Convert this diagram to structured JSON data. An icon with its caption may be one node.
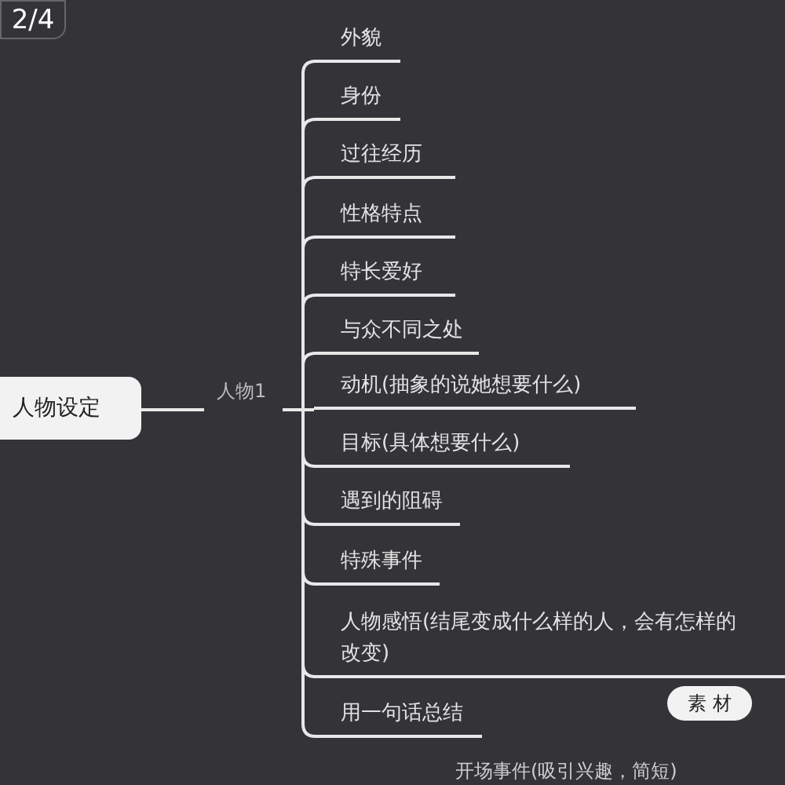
{
  "diagram": {
    "nodes": [
      {
        "text": [
          "2/4"
        ]
      },
      {
        "text": [
          "人物设定"
        ]
      },
      {
        "text": [
          "人物1"
        ]
      },
      {
        "text": [
          "外貌"
        ]
      },
      {
        "text": [
          "身份"
        ]
      },
      {
        "text": [
          "过往经历"
        ]
      },
      {
        "text": [
          "性格特点"
        ]
      },
      {
        "text": [
          "特长爱好"
        ]
      },
      {
        "text": [
          "与众不同之处"
        ]
      },
      {
        "text": [
          "动机(抽象的说她想要什么)"
        ]
      },
      {
        "text": [
          "目标(具体想要什么)"
        ]
      },
      {
        "text": [
          "遇到的阻碍"
        ]
      },
      {
        "text": [
          "特殊事件"
        ]
      },
      {
        "text": [
          "人物感悟(结尾变成什么样的人，会有怎样的改变)"
        ]
      },
      {
        "text": [
          "用一句话总结"
        ]
      },
      {
        "text": [
          "素 材"
        ]
      }
    ],
    "edges": [
      {
        "from": 1,
        "to": 2,
        "arrow": "none"
      },
      {
        "from": 2,
        "to": 3,
        "arrow": "none"
      },
      {
        "from": 2,
        "to": 4,
        "arrow": "none"
      },
      {
        "from": 2,
        "to": 5,
        "arrow": "none"
      },
      {
        "from": 2,
        "to": 6,
        "arrow": "none"
      },
      {
        "from": 2,
        "to": 7,
        "arrow": "none"
      },
      {
        "from": 2,
        "to": 8,
        "arrow": "none"
      },
      {
        "from": 2,
        "to": 9,
        "arrow": "none"
      },
      {
        "from": 2,
        "to": 10,
        "arrow": "none"
      },
      {
        "from": 2,
        "to": 11,
        "arrow": "none"
      },
      {
        "from": 2,
        "to": 12,
        "arrow": "none"
      },
      {
        "from": 2,
        "to": 13,
        "arrow": "none"
      },
      {
        "from": 2,
        "to": 14,
        "arrow": "none"
      }
    ],
    "labels": [
      "开场事件(吸引兴趣，简短)"
    ]
  }
}
